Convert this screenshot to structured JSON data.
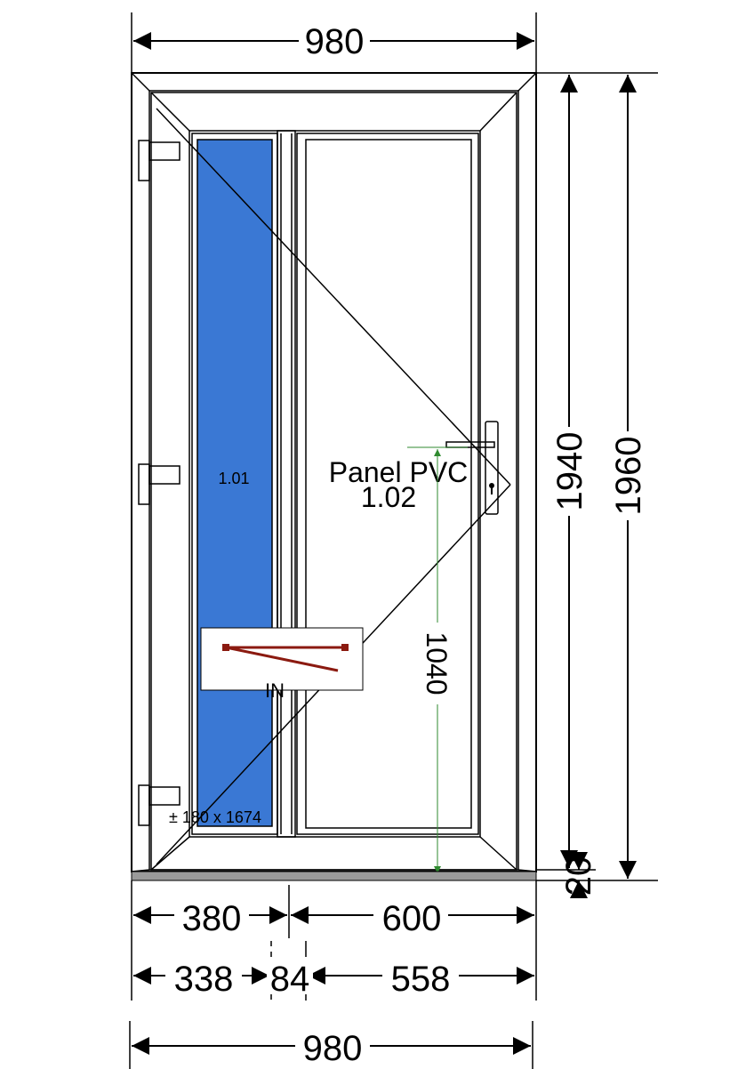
{
  "dimensions": {
    "top_width": "980",
    "bottom_width": "980",
    "height_inner": "1940",
    "height_total": "1960",
    "threshold": "20",
    "handle_height": "1040",
    "row1": [
      "380",
      "600"
    ],
    "row2": [
      "338",
      "84",
      "558"
    ]
  },
  "panes": {
    "left_glass": {
      "label": "1.01",
      "size": "± 180 x 1674",
      "color": "#3a78d4"
    },
    "right_panel": {
      "type": "Panel PVC",
      "label": "1.02"
    }
  },
  "opening_label": "IN",
  "colors": {
    "glass": "#3a78d4",
    "threshold": "#9a9a9a",
    "opening_symbol": "#8b1a10",
    "handle_dim": "#2f8a2f"
  }
}
